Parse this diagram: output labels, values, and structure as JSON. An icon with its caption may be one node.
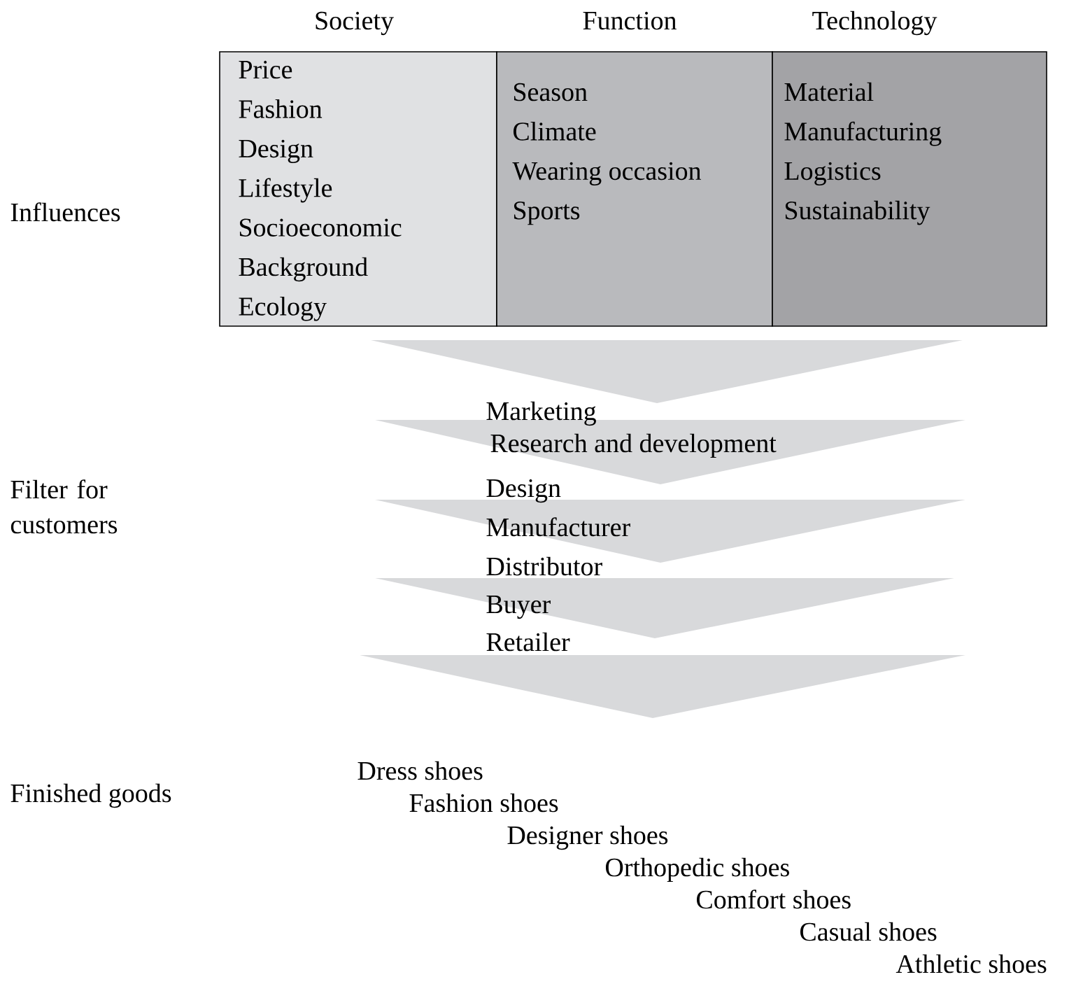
{
  "diagram": {
    "nodes": [
      {
        "text": [
          "Society",
          "Price",
          "Fashion",
          "Design",
          "Lifestyle",
          "Socioeconomic",
          "Background",
          "Ecology"
        ]
      },
      {
        "text": [
          "Function",
          "Season",
          "Climate",
          "Wearing occasion",
          "Sports"
        ]
      },
      {
        "text": [
          "Technology",
          "Material",
          "Manufacturing",
          "Logistics",
          "Sustainability"
        ]
      }
    ],
    "labels": [
      "Influences",
      "Marketing",
      "Research and development",
      "Filter for customers",
      "Design",
      "Manufacturer",
      "Distributor",
      "Buyer",
      "Retailer",
      "Finished goods",
      "Dress shoes",
      "Fashion shoes",
      "Designer shoes",
      "Orthopedic shoes",
      "Comfort shoes",
      "Casual shoes",
      "Athletic shoes"
    ]
  }
}
